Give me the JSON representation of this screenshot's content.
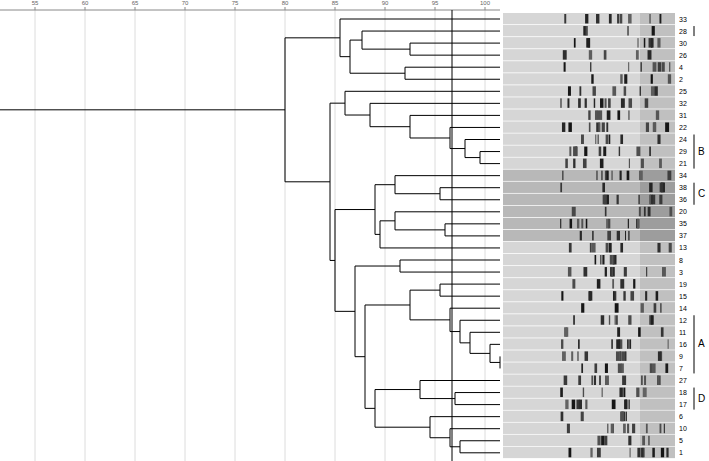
{
  "diagram": {
    "labels": [
      "55",
      "60",
      "65",
      "70",
      "75",
      "80",
      "85",
      "90",
      "95",
      "100",
      "33",
      "28",
      "30",
      "26",
      "4",
      "2",
      "25",
      "32",
      "31",
      "22",
      "24",
      "29",
      "21",
      "34",
      "38",
      "36",
      "20",
      "35",
      "37",
      "13",
      "8",
      "3",
      "19",
      "15",
      "14",
      "12",
      "11",
      "16",
      "9",
      "7",
      "27",
      "18",
      "17",
      "6",
      "10",
      "5",
      "1",
      "B",
      "C",
      "A",
      "D"
    ]
  }
}
